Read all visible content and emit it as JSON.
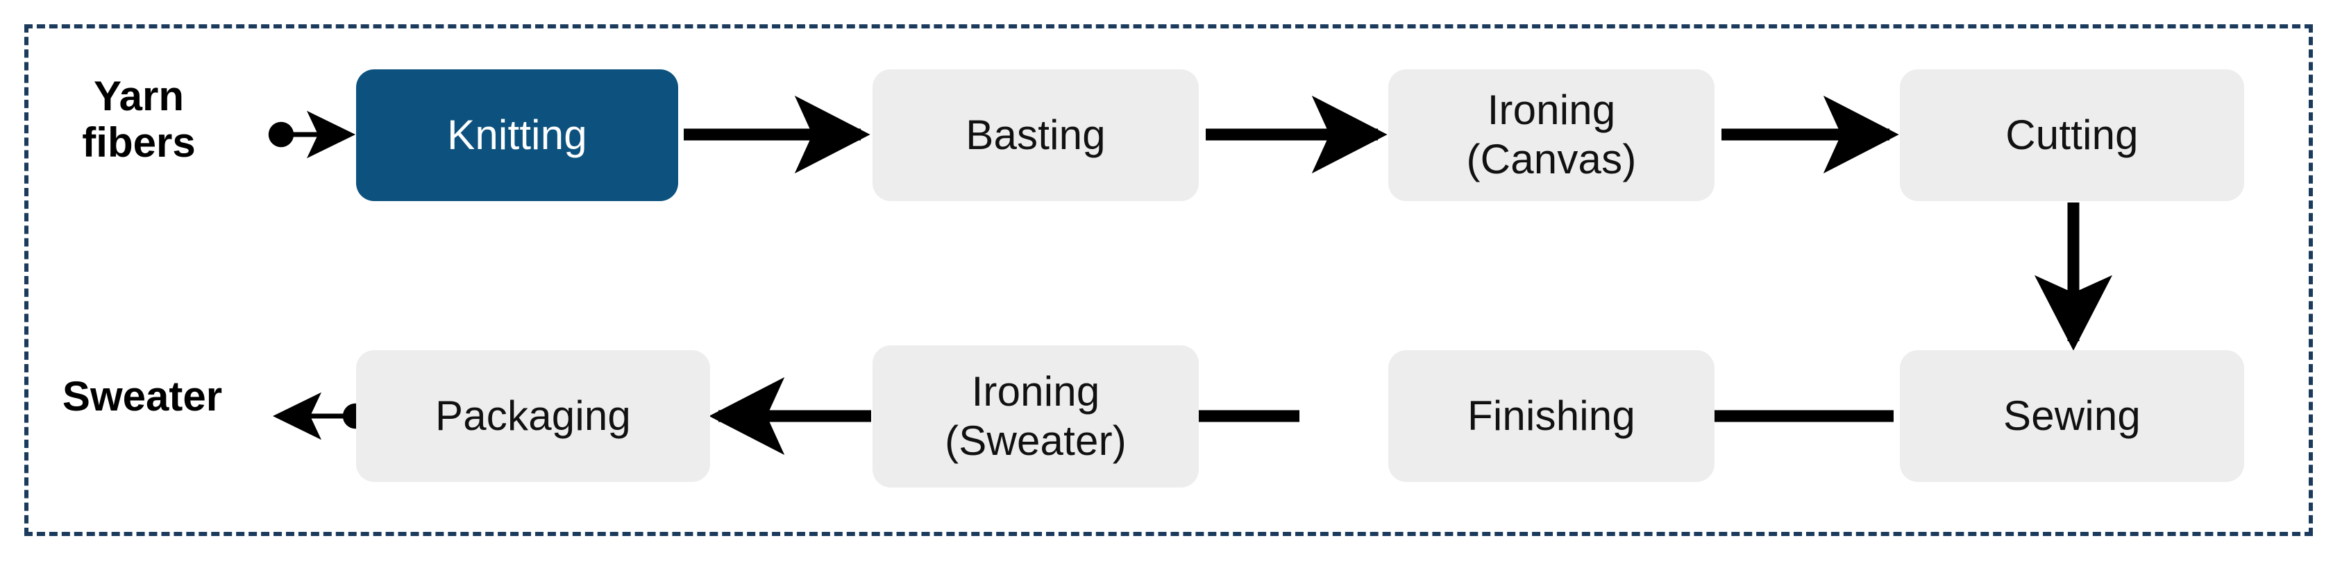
{
  "diagram": {
    "title": "Sweater manufacturing process flow",
    "frame": {
      "style": "dashed",
      "color": "#1b3a5c"
    },
    "colors": {
      "accent": "#0d527e",
      "node_fill": "#ededed",
      "node_text": "#111111",
      "accent_text": "#ffffff",
      "arrow": "#000000",
      "frame": "#1b3a5c",
      "background": "#ffffff"
    },
    "endpoints": [
      {
        "id": "input",
        "label": "Yarn\nfibers",
        "role": "process-input"
      },
      {
        "id": "output",
        "label": "Sweater",
        "role": "process-output"
      }
    ],
    "nodes": [
      {
        "id": "knitting",
        "label": "Knitting",
        "row": 1,
        "order": 1,
        "highlighted": true
      },
      {
        "id": "basting",
        "label": "Basting",
        "row": 1,
        "order": 2,
        "highlighted": false
      },
      {
        "id": "ironing-canvas",
        "label": "Ironing\n(Canvas)",
        "row": 1,
        "order": 3,
        "highlighted": false
      },
      {
        "id": "cutting",
        "label": "Cutting",
        "row": 1,
        "order": 4,
        "highlighted": false
      },
      {
        "id": "sewing",
        "label": "Sewing",
        "row": 2,
        "order": 1,
        "highlighted": false
      },
      {
        "id": "finishing",
        "label": "Finishing",
        "row": 2,
        "order": 2,
        "highlighted": false
      },
      {
        "id": "ironing-sweater",
        "label": "Ironing\n(Sweater)",
        "row": 2,
        "order": 3,
        "highlighted": false
      },
      {
        "id": "packaging",
        "label": "Packaging",
        "row": 2,
        "order": 4,
        "highlighted": false
      }
    ],
    "edges": [
      {
        "from": "input",
        "to": "knitting",
        "direction": "right",
        "style": "thin-dot"
      },
      {
        "from": "knitting",
        "to": "basting",
        "direction": "right",
        "style": "thick"
      },
      {
        "from": "basting",
        "to": "ironing-canvas",
        "direction": "right",
        "style": "thick"
      },
      {
        "from": "ironing-canvas",
        "to": "cutting",
        "direction": "right",
        "style": "thick"
      },
      {
        "from": "cutting",
        "to": "sewing",
        "direction": "down",
        "style": "thick"
      },
      {
        "from": "sewing",
        "to": "finishing",
        "direction": "left",
        "style": "thick"
      },
      {
        "from": "finishing",
        "to": "ironing-sweater",
        "direction": "left",
        "style": "thick"
      },
      {
        "from": "ironing-sweater",
        "to": "packaging",
        "direction": "left",
        "style": "thick"
      },
      {
        "from": "packaging",
        "to": "output",
        "direction": "left",
        "style": "thin-dot"
      }
    ]
  }
}
